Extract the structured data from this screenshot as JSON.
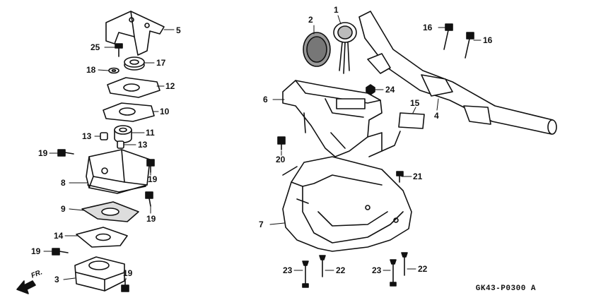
{
  "diagram": {
    "callouts": {
      "c1": "1",
      "c2": "2",
      "c3": "3",
      "c4": "4",
      "c5": "5",
      "c6": "6",
      "c7": "7",
      "c8": "8",
      "c9": "9",
      "c10": "10",
      "c11": "11",
      "c12": "12",
      "c13a": "13",
      "c13b": "13",
      "c14": "14",
      "c15": "15",
      "c16a": "16",
      "c16b": "16",
      "c17": "17",
      "c18": "18",
      "c19a": "19",
      "c19b": "19",
      "c19c": "19",
      "c19d": "19",
      "c19e": "19",
      "c20": "20",
      "c21": "21",
      "c22a": "22",
      "c22b": "22",
      "c23a": "23",
      "c23b": "23",
      "c24": "24",
      "c25": "25"
    },
    "front_marker": "FR.",
    "drawing_code": "GK43-P0300 A"
  }
}
